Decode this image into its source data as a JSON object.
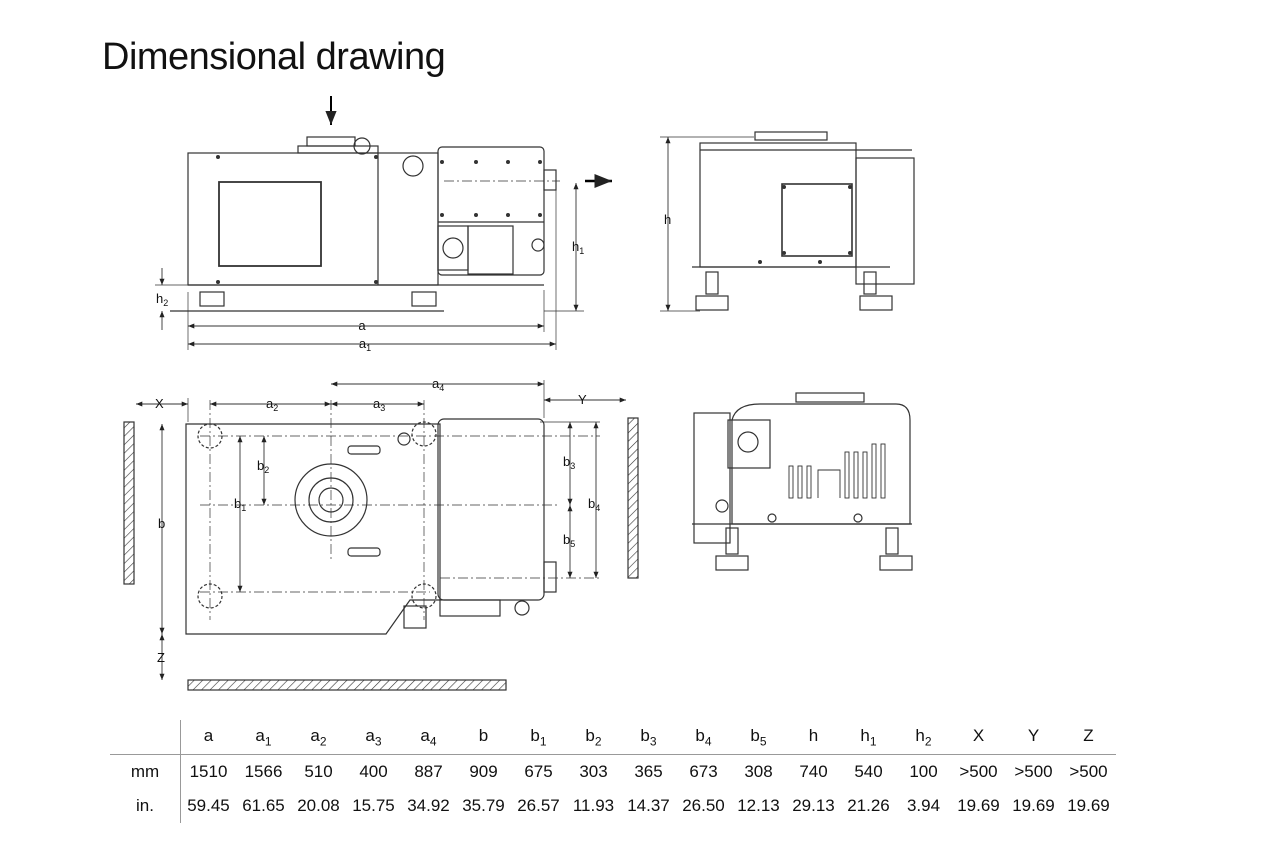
{
  "title": "Dimensional drawing",
  "labels": {
    "a": "a",
    "a1": "a",
    "h": "h",
    "h1": "h",
    "h2": "h",
    "a2": "a",
    "a3": "a",
    "a4": "a",
    "b": "b",
    "b1": "b",
    "b2": "b",
    "b3": "b",
    "b4": "b",
    "b5": "b",
    "X": "X",
    "Y": "Y",
    "Z": "Z"
  },
  "subs": {
    "a1": "1",
    "h1": "1",
    "h2": "2",
    "a2": "2",
    "a3": "3",
    "a4": "4",
    "b1": "1",
    "b2": "2",
    "b3": "3",
    "b4": "4",
    "b5": "5"
  },
  "table": {
    "headers": [
      {
        "base": "a",
        "sub": ""
      },
      {
        "base": "a",
        "sub": "1"
      },
      {
        "base": "a",
        "sub": "2"
      },
      {
        "base": "a",
        "sub": "3"
      },
      {
        "base": "a",
        "sub": "4"
      },
      {
        "base": "b",
        "sub": ""
      },
      {
        "base": "b",
        "sub": "1"
      },
      {
        "base": "b",
        "sub": "2"
      },
      {
        "base": "b",
        "sub": "3"
      },
      {
        "base": "b",
        "sub": "4"
      },
      {
        "base": "b",
        "sub": "5"
      },
      {
        "base": "h",
        "sub": ""
      },
      {
        "base": "h",
        "sub": "1"
      },
      {
        "base": "h",
        "sub": "2"
      },
      {
        "base": "X",
        "sub": ""
      },
      {
        "base": "Y",
        "sub": ""
      },
      {
        "base": "Z",
        "sub": ""
      }
    ],
    "rows": [
      {
        "label": "mm",
        "values": [
          "1510",
          "1566",
          "510",
          "400",
          "887",
          "909",
          "675",
          "303",
          "365",
          "673",
          "308",
          "740",
          "540",
          "100",
          ">500",
          ">500",
          ">500"
        ]
      },
      {
        "label": "in.",
        "values": [
          "59.45",
          "61.65",
          "20.08",
          "15.75",
          "34.92",
          "35.79",
          "26.57",
          "11.93",
          "14.37",
          "26.50",
          "12.13",
          "29.13",
          "21.26",
          "3.94",
          "19.69",
          "19.69",
          "19.69"
        ]
      }
    ]
  }
}
